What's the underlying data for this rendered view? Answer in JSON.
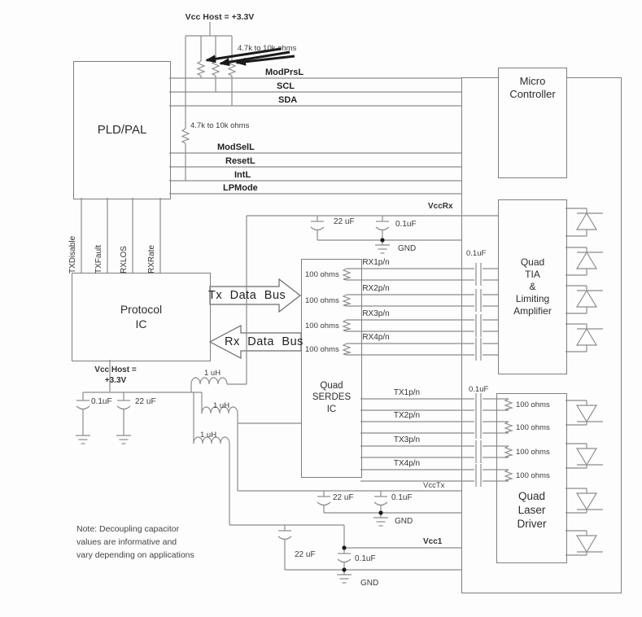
{
  "top": {
    "vcc_host": "Vcc Host = +3.3V",
    "pullup_range_1": "4.7k to 10k ohms",
    "pullup_range_2": "4.7k to 10k ohms"
  },
  "blocks": {
    "pld_pal": "PLD/PAL",
    "micro_controller": "Micro\nController",
    "protocol_ic": "Protocol\nIC",
    "quad_serdes": "Quad\nSERDES\nIC",
    "quad_tia": "Quad\nTIA\n&\nLimiting\nAmplifier",
    "quad_laser_driver": "Quad\nLaser\nDriver"
  },
  "host_signals": [
    "ModPrsL",
    "SCL",
    "SDA",
    "ModSelL",
    "ResetL",
    "IntL",
    "LPMode"
  ],
  "control_signals": [
    "TXDisable",
    "TXFault",
    "RXLOS",
    "RXRate"
  ],
  "buses": {
    "tx": "Tx Data Bus",
    "rx": "Rx Data Bus"
  },
  "rx_pairs": [
    "RX1p/n",
    "RX2p/n",
    "RX3p/n",
    "RX4p/n"
  ],
  "tx_pairs": [
    "TX1p/n",
    "TX2p/n",
    "TX3p/n",
    "TX4p/n"
  ],
  "power": {
    "vcc_host_line1": "Vcc Host =",
    "vcc_host_line2": "+3.3V",
    "vccrx": "VccRx",
    "vcctx": "VccTx",
    "vcc1": "Vcc1",
    "gnd": "GND"
  },
  "values": {
    "cap_22uf": "22 uF",
    "cap_01uf": "0.1uF",
    "res_100": "100 ohms",
    "ind_1uh": "1 uH"
  },
  "note": "Note: Decoupling capacitor\nvalues are informative and\nvary depending on applications"
}
